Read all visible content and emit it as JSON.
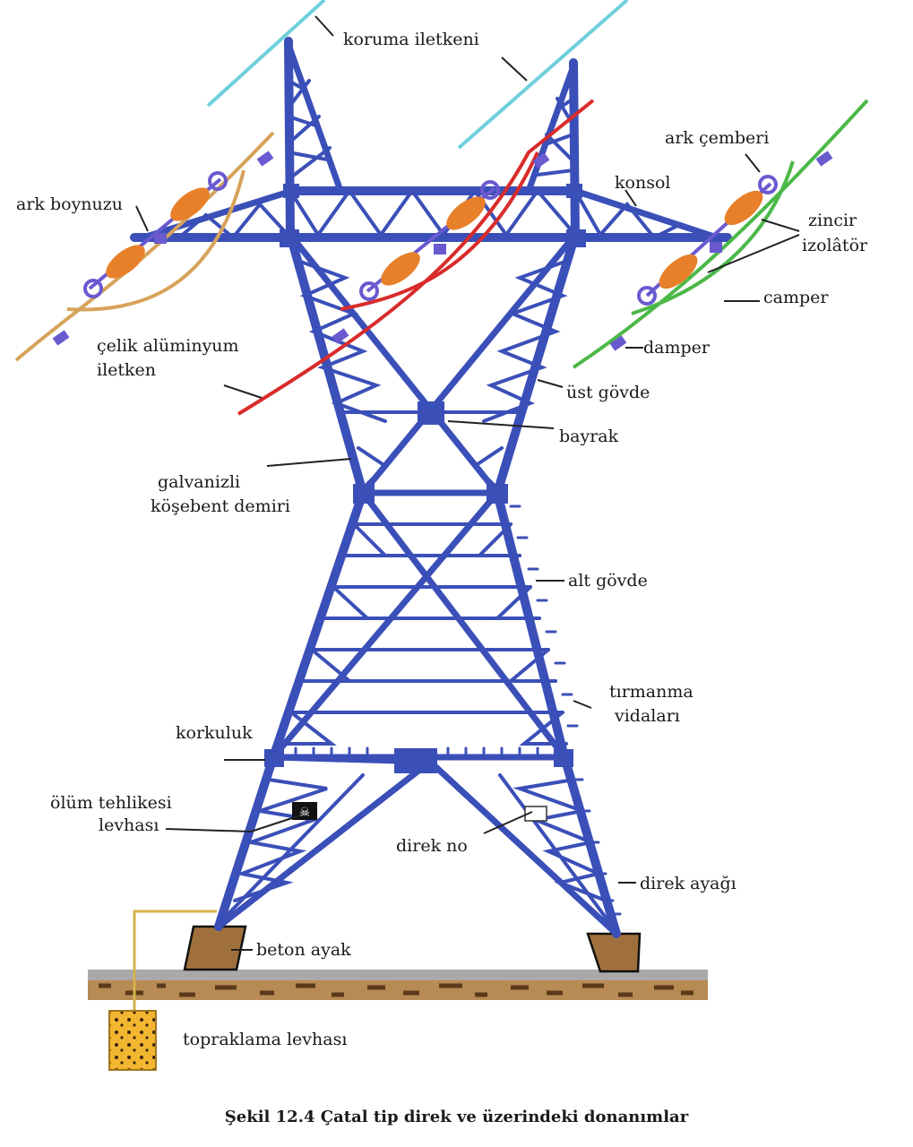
{
  "labels": {
    "koruma_iletkeni": "koruma iletkeni",
    "ark_boynuzu": "ark boynuzu",
    "konsol": "konsol",
    "ark_cemberi": "ark çemberi",
    "zincir": "zincir",
    "izolator": "izolâtör",
    "camper": "camper",
    "damper": "damper",
    "celik_aluminyum": "çelik alüminyum",
    "iletken": "iletken",
    "ust_govde": "üst gövde",
    "bayrak": "bayrak",
    "galvanizli": "galvanizli",
    "kosebent_demiri": "köşebent demiri",
    "alt_govde": "alt gövde",
    "tirmanma": "tırmanma",
    "vidalari": "vidaları",
    "korkuluk": "korkuluk",
    "olum_tehlikesi": "ölüm tehlikesi",
    "levhasi": "levhası",
    "direk_no": "direk no",
    "direk_ayagi": "direk ayağı",
    "beton_ayak": "beton ayak",
    "topraklama_levhasi": "topraklama levhası"
  },
  "caption": "Şekil 12.4 Çatal tip direk ve üzerindeki donanımlar",
  "colors": {
    "tower": "#3b4fb8",
    "ground_wire": "#6fcfdc",
    "conductor_red": "#d92b2b",
    "conductor_green": "#4cb848",
    "conductor_tan": "#d6a35a",
    "insulator": "#e8802a",
    "concrete": "#a0703c",
    "earth_plate": "#f2b630",
    "ground": "#a9a9a9"
  }
}
